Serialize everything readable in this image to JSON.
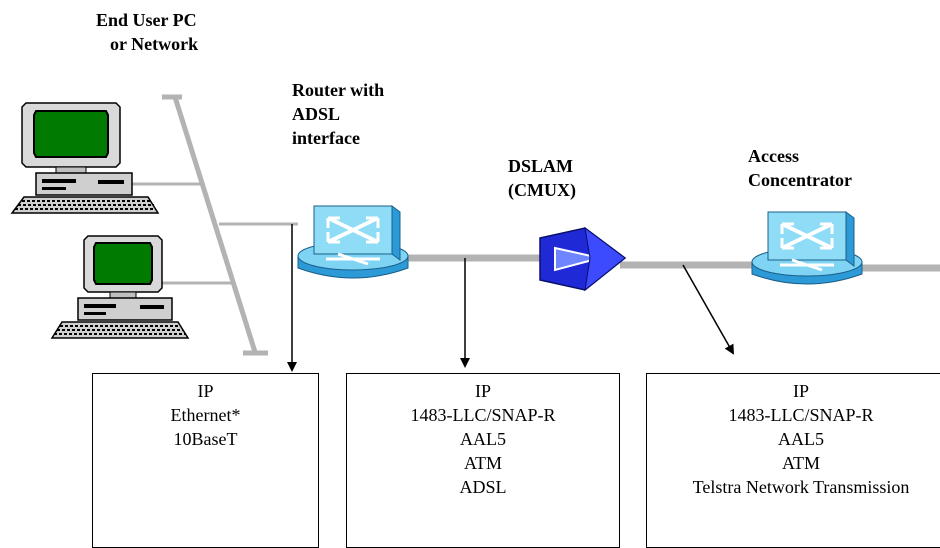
{
  "labels": {
    "end_user": [
      "End User PC",
      "or Network"
    ],
    "router": [
      "Router with",
      "ADSL",
      "interface"
    ],
    "dslam": [
      "DSLAM",
      "(CMUX)"
    ],
    "access_concentrator": [
      "Access",
      "Concentrator"
    ]
  },
  "stacks": {
    "pc": [
      "IP",
      "Ethernet*",
      "10BaseT"
    ],
    "dslam": [
      "IP",
      "1483-LLC/SNAP-R",
      "AAL5",
      "ATM",
      "ADSL"
    ],
    "access_concentrator": [
      "IP",
      "1483-LLC/SNAP-R",
      "AAL5",
      "ATM",
      "Telstra Network Transmission"
    ]
  },
  "icons": {
    "pc": "desktop-computer-icon",
    "router": "router-icon",
    "dslam": "dslam-icon"
  },
  "colors": {
    "line": "#b3b3b3",
    "router_top": "#7fd4f4",
    "router_side": "#2b9ad6",
    "dslam": "#1f2ad6",
    "screen": "#007a00"
  }
}
